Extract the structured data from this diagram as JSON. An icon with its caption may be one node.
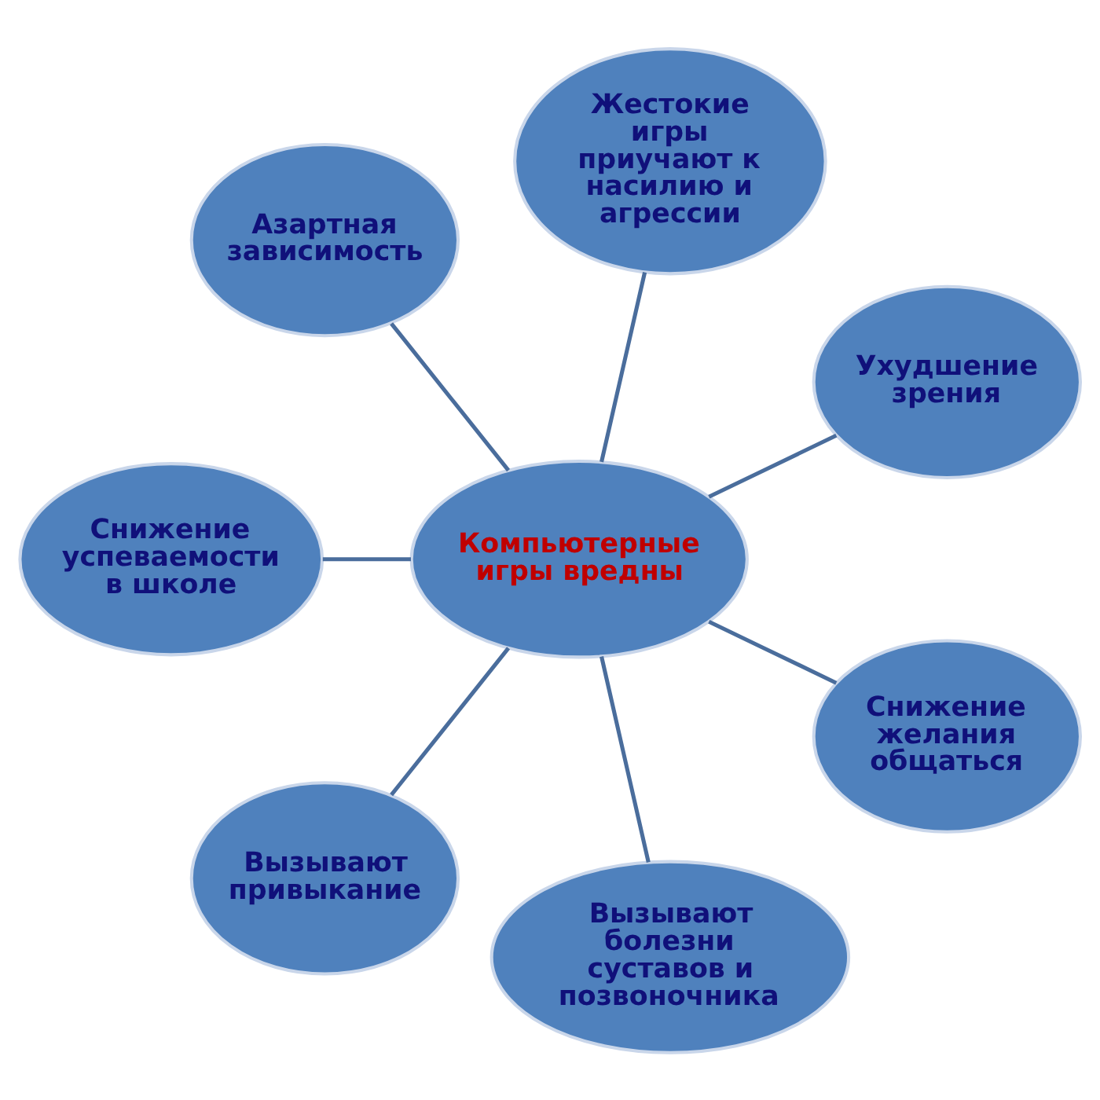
{
  "diagram": {
    "nodes": [
      {
        "text": [
          "Жестокие игры приучают к насилию и агрессии"
        ]
      },
      {
        "text": [
          "Азартная зависимость"
        ]
      },
      {
        "text": [
          "Ухудшение зрения"
        ]
      },
      {
        "text": [
          "Компьютерные игры вредны"
        ]
      },
      {
        "text": [
          "Снижение успеваемости в школе"
        ]
      },
      {
        "text": [
          "Снижение желания общаться"
        ]
      },
      {
        "text": [
          "Вызывают привыкание"
        ]
      },
      {
        "text": [
          "Вызывают болезни суставов и позвоночника"
        ]
      }
    ],
    "edges": [
      {
        "from": 3,
        "to": 0,
        "arrow": "none"
      },
      {
        "from": 3,
        "to": 2,
        "arrow": "none"
      },
      {
        "from": 3,
        "to": 5,
        "arrow": "none"
      },
      {
        "from": 3,
        "to": 7,
        "arrow": "none"
      },
      {
        "from": 3,
        "to": 6,
        "arrow": "none"
      },
      {
        "from": 3,
        "to": 4,
        "arrow": "none"
      },
      {
        "from": 3,
        "to": 1,
        "arrow": "none"
      }
    ]
  }
}
